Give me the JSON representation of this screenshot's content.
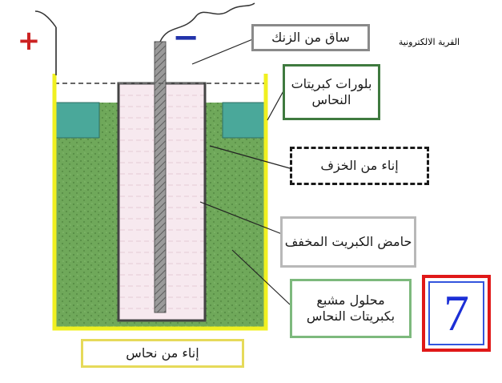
{
  "site_name": "القرية الالكترونية",
  "terminals": {
    "positive": "+",
    "negative": "−",
    "positive_color": "#cc2222",
    "negative_color": "#2233aa"
  },
  "labels": {
    "zinc_rod": "ساق من الزنك",
    "copper_sulfate_crystals": "بلورات كبريتات النحاس",
    "porcelain_vessel": "إناء من الخزف",
    "dilute_sulfuric_acid": "حامض الكبريت المخفف",
    "saturated_solution": "محلول مشبع بكبريتات النحاس",
    "copper_vessel": "إناء من نحاس"
  },
  "badge_number": "7",
  "colors": {
    "copper_wall": "#f0f020",
    "solution": "#6fa85a",
    "crystals": "#4aa89a",
    "acid": "#f7e9ef",
    "zinc": "#8c8c8c",
    "badge_outer": "#e01818",
    "badge_inner": "#1c2fd6"
  }
}
